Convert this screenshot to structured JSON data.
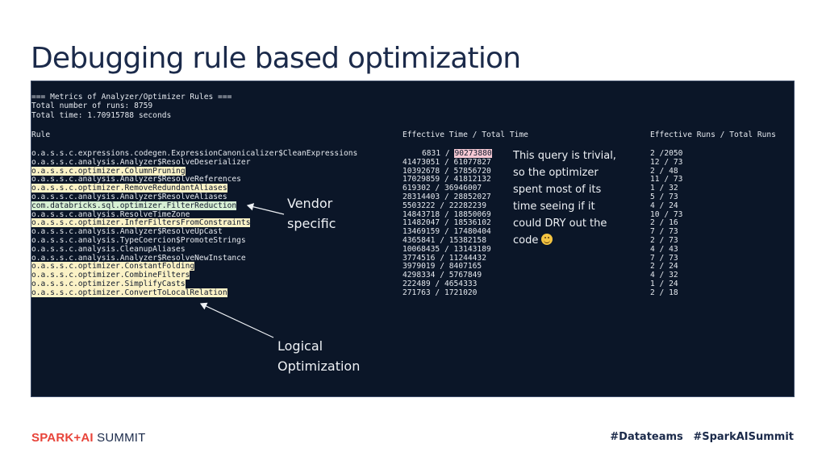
{
  "slide": {
    "title": "Debugging rule based optimization"
  },
  "terminal": {
    "header_lines": [
      "=== Metrics of Analyzer/Optimizer Rules ===",
      "Total number of runs: 8759",
      "Total time: 1.70915788 seconds"
    ],
    "columns": {
      "rule": "Rule",
      "time": "Effective Time / Total Time",
      "runs": "Effective Runs / Total Runs"
    },
    "rows": [
      {
        "rule": "o.a.s.s.c.expressions.codegen.ExpressionCanonicalizer$CleanExpressions",
        "time_effective": "6831",
        "time_total": "90273880",
        "runs": "2 /2050",
        "highlight": "none"
      },
      {
        "rule": "o.a.s.s.c.analysis.Analyzer$ResolveDeserializer",
        "time_effective": "41473051",
        "time_total": "61077827",
        "runs": "12 / 73",
        "highlight": "none"
      },
      {
        "rule": "o.a.s.s.c.optimizer.ColumnPruning",
        "time_effective": "10392678",
        "time_total": "57856720",
        "runs": "2 / 48",
        "highlight": "yellow"
      },
      {
        "rule": "o.a.s.s.c.analysis.Analyzer$ResolveReferences",
        "time_effective": "17029859",
        "time_total": "41812132",
        "runs": "11 / 73",
        "highlight": "none"
      },
      {
        "rule": "o.a.s.s.c.optimizer.RemoveRedundantAliases",
        "time_effective": "619302",
        "time_total": "36946007",
        "runs": "1 / 32",
        "highlight": "yellow"
      },
      {
        "rule": "o.a.s.s.c.analysis.Analyzer$ResolveAliases",
        "time_effective": "28314403",
        "time_total": "28852027",
        "runs": "5 / 73",
        "highlight": "none"
      },
      {
        "rule": "com.databricks.sql.optimizer.FilterReduction",
        "time_effective": "5503222",
        "time_total": "22282239",
        "runs": "4 / 24",
        "highlight": "green"
      },
      {
        "rule": "o.a.s.s.c.analysis.ResolveTimeZone",
        "time_effective": "14843718",
        "time_total": "18850069",
        "runs": "10 / 73",
        "highlight": "none"
      },
      {
        "rule": "o.a.s.s.c.optimizer.InferFiltersFromConstraints",
        "time_effective": "11482047",
        "time_total": "18536102",
        "runs": "2 / 16",
        "highlight": "yellow"
      },
      {
        "rule": "o.a.s.s.c.analysis.Analyzer$ResolveUpCast",
        "time_effective": "13469159",
        "time_total": "17480404",
        "runs": "7 / 73",
        "highlight": "none"
      },
      {
        "rule": "o.a.s.s.c.analysis.TypeCoercion$PromoteStrings",
        "time_effective": "4365841",
        "time_total": "15382158",
        "runs": "2 / 73",
        "highlight": "none"
      },
      {
        "rule": "o.a.s.s.c.analysis.CleanupAliases",
        "time_effective": "10068435",
        "time_total": "13143189",
        "runs": "4 / 43",
        "highlight": "none"
      },
      {
        "rule": "o.a.s.s.c.analysis.Analyzer$ResolveNewInstance",
        "time_effective": "3774516",
        "time_total": "11244432",
        "runs": "7 / 73",
        "highlight": "none"
      },
      {
        "rule": "o.a.s.s.c.optimizer.ConstantFolding",
        "time_effective": "3979019",
        "time_total": "8407165",
        "runs": "2 / 24",
        "highlight": "yellow"
      },
      {
        "rule": "o.a.s.s.c.optimizer.CombineFilters",
        "time_effective": "4298334",
        "time_total": "5767849",
        "runs": "4 / 32",
        "highlight": "yellow"
      },
      {
        "rule": "o.a.s.s.c.optimizer.SimplifyCasts",
        "time_effective": "222489",
        "time_total": "4654333",
        "runs": "1 / 24",
        "highlight": "yellow"
      },
      {
        "rule": "o.a.s.s.c.optimizer.ConvertToLocalRelation",
        "time_effective": "271763",
        "time_total": "1721020",
        "runs": "2 / 18",
        "highlight": "yellow"
      }
    ]
  },
  "annotations": {
    "vendor": [
      "Vendor",
      "specific"
    ],
    "logical": [
      "Logical",
      "Optimization"
    ],
    "trivial": [
      "This query is trivial,",
      "so the optimizer",
      "spent most of its",
      "time seeing if it",
      "could DRY out the",
      "code"
    ],
    "trivial_emoji": "smiling-face-icon"
  },
  "footer": {
    "logo_spark": "SPARK+AI",
    "logo_summit": "SUMMIT",
    "hashtags": [
      "#Datateams",
      "#SparkAISummit"
    ]
  },
  "colors": {
    "terminal_bg": "#0b1628",
    "title": "#1b2a4a",
    "highlight_yellow": "#fbf2c6",
    "highlight_green": "#d7efd4",
    "highlight_pink": "#f6c9d4",
    "brand_red": "#e8443a"
  }
}
